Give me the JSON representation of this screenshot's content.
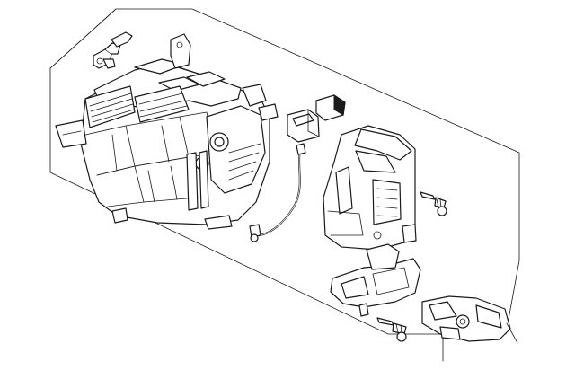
{
  "diagram": {
    "type": "exploded-parts-illustration",
    "background": "#ffffff",
    "line_color": "#1a1a1a",
    "parts": [
      "hvac-heater-unit-assembly",
      "sensor-connector",
      "foam-seal-large",
      "foam-seal-small",
      "wire-harness",
      "blend-door-housing",
      "screw-upper",
      "duct-lower",
      "screw-lower",
      "actuator-motor"
    ]
  }
}
